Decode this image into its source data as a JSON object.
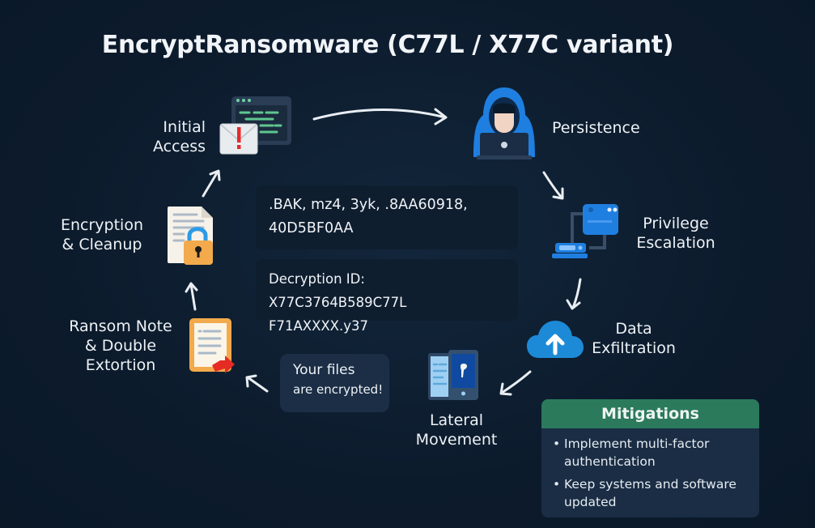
{
  "title": "EncryptRansomware (C77L / X77C variant)",
  "stages": {
    "initial_access": {
      "line1": "Initial",
      "line2": "Access",
      "icon": "phishing-email-icon"
    },
    "persistence": {
      "line1": "Persistence",
      "icon": "hooded-hacker-icon"
    },
    "privilege_escalation": {
      "line1": "Privilege",
      "line2": "Escalation",
      "icon": "computer-network-icon"
    },
    "data_exfiltration": {
      "line1": "Data",
      "line2": "Exfiltration",
      "icon": "cloud-upload-icon"
    },
    "lateral_movement": {
      "line1": "Lateral",
      "line2": "Movement",
      "icon": "devices-icon"
    },
    "ransom_note": {
      "line1": "Ransom Note",
      "line2": "& Double",
      "line3": "Extortion",
      "icon": "ransom-note-icon"
    },
    "encryption_cleanup": {
      "line1": "Encryption",
      "line2": "& Cleanup",
      "icon": "locked-file-icon"
    }
  },
  "indicators": {
    "extensions_line1": ".BAK, mz4, 3yk, .8AA60918,",
    "extensions_line2": "40D5BF0AA",
    "decryption_line1": "Decryption ID: X77C3764B589C77L",
    "decryption_line2": "F71AXXXX.y37"
  },
  "bubble": {
    "line1": "Your files",
    "line2": "are encrypted!"
  },
  "mitigations": {
    "title": "Mitigations",
    "items": [
      {
        "line1": "Implement multi-factor",
        "line2": "authentication"
      },
      {
        "line1": "Keep systems and software",
        "line2": "updated"
      }
    ]
  },
  "colors": {
    "background": "#0d1d2f",
    "accent_blue": "#1f7fe0",
    "mitigation_header": "#2b7a5c",
    "alert_red": "#e02a2a",
    "lock_orange": "#f0a94a"
  }
}
